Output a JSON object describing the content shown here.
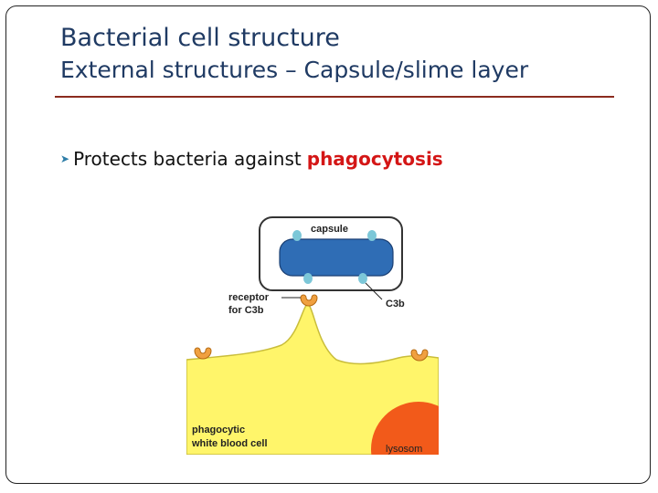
{
  "slide": {
    "title_line1": "Bacterial cell structure",
    "title_line2": "External structures – Capsule/slime layer",
    "bullet_text": "Protects bacteria against",
    "bullet_highlight": "phagocytosis"
  },
  "diagram": {
    "capsule_label": "capsule",
    "receptor_label_line1": "receptor",
    "receptor_label_line2": "for C3b",
    "c3b_label": "C3b",
    "cell_label_line1": "phagocytic",
    "cell_label_line2": "white blood cell",
    "lysosome_label": "lysosom"
  },
  "colors": {
    "title": "#1f3a63",
    "rule": "#8b2b1e",
    "highlight": "#d41616",
    "bacterium": "#2f6db5",
    "cytoplasm": "#fff56a",
    "receptor": "#f0a040",
    "lysosome": "#f25a1a"
  }
}
